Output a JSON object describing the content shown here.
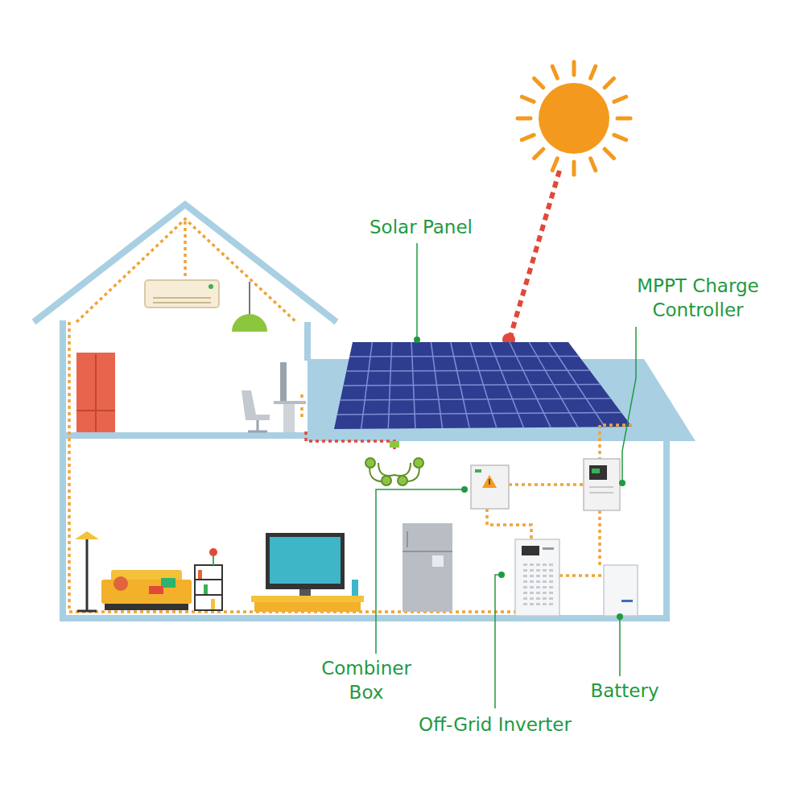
{
  "diagram": {
    "labels": [
      "Solar Panel",
      "MPPT Charge Controller",
      "Combiner Box",
      "Off-Grid Inverter",
      "Battery"
    ]
  }
}
